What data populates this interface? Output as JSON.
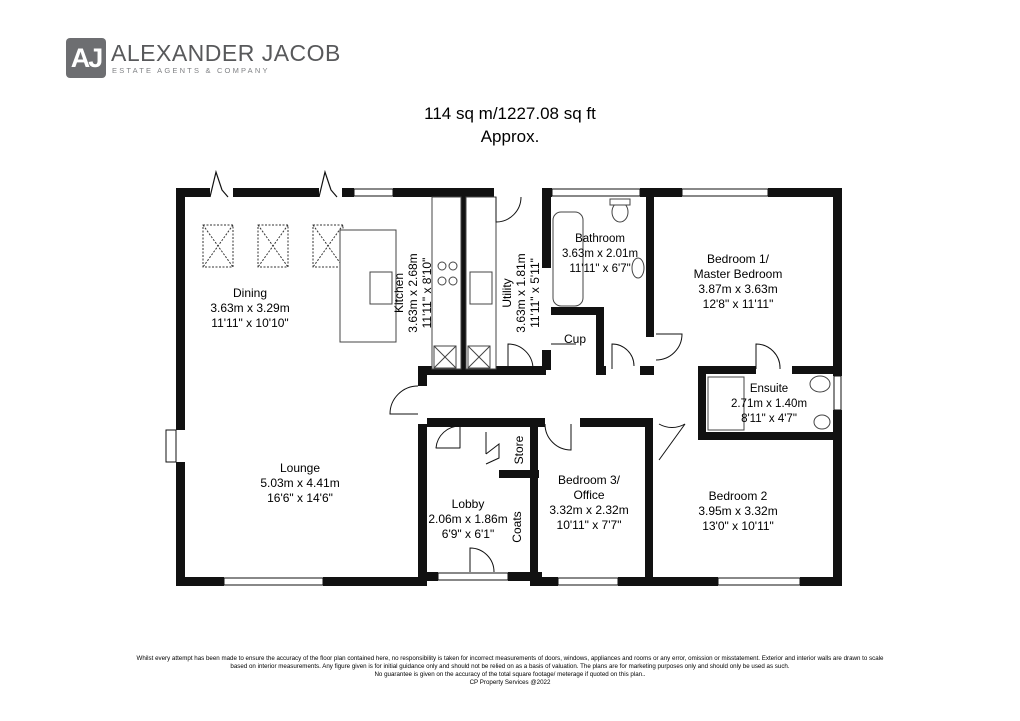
{
  "logo": {
    "monogram": "AJ",
    "name": "ALEXANDER JACOB",
    "tagline": "ESTATE AGENTS & COMPANY"
  },
  "area": {
    "line1": "114 sq m/1227.08 sq ft",
    "line2": "Approx."
  },
  "rooms": {
    "dining": {
      "name": "Dining",
      "metric": "3.63m x 3.29m",
      "imperial": "11'11\" x 10'10\""
    },
    "kitchen": {
      "name": "Kitchen",
      "metric": "3.63m x 2.68m",
      "imperial": "11'11\" x 8'10\""
    },
    "utility": {
      "name": "Utility",
      "metric": "3.63m x 1.81m",
      "imperial": "11'11\" x 5'11\""
    },
    "bathroom": {
      "name": "Bathroom",
      "metric": "3.63m x 2.01m",
      "imperial": "11'11\" x 6'7\""
    },
    "bedroom1": {
      "name1": "Bedroom 1/",
      "name2": "Master Bedroom",
      "metric": "3.87m x 3.63m",
      "imperial": "12'8\" x 11'11\""
    },
    "cup": {
      "name": "Cup"
    },
    "ensuite": {
      "name": "Ensuite",
      "metric": "2.71m x 1.40m",
      "imperial": "8'11\" x 4'7\""
    },
    "lounge": {
      "name": "Lounge",
      "metric": "5.03m x 4.41m",
      "imperial": "16'6\" x 14'6\""
    },
    "store": {
      "name": "Store"
    },
    "lobby": {
      "name": "Lobby",
      "metric": "2.06m x 1.86m",
      "imperial": "6'9\" x 6'1\""
    },
    "coats": {
      "name": "Coats"
    },
    "bedroom3": {
      "name1": "Bedroom 3/",
      "name2": "Office",
      "metric": "3.32m x 2.32m",
      "imperial": "10'11\" x 7'7\""
    },
    "bedroom2": {
      "name": "Bedroom 2",
      "metric": "3.95m x 3.32m",
      "imperial": "13'0\" x 10'11\""
    }
  },
  "disclaimer": {
    "line1": "Whilst every attempt has been made to ensure the accuracy of the floor plan contained here, no responsibility is taken for incorrect measurements of doors, windows, appliances and rooms or any error, omission or misstatement. Exterior and interior walls are drawn to scale",
    "line2": "based on interior measurements. Any figure given is for initial guidance only and should not be relied on as a basis of valuation. The plans are for marketing purposes only and should only be used as such.",
    "line3": "No guarantee is given on the accuracy of the total square footage/ meterage if quoted on this plan..",
    "line4": "CP Property Services @2022"
  }
}
